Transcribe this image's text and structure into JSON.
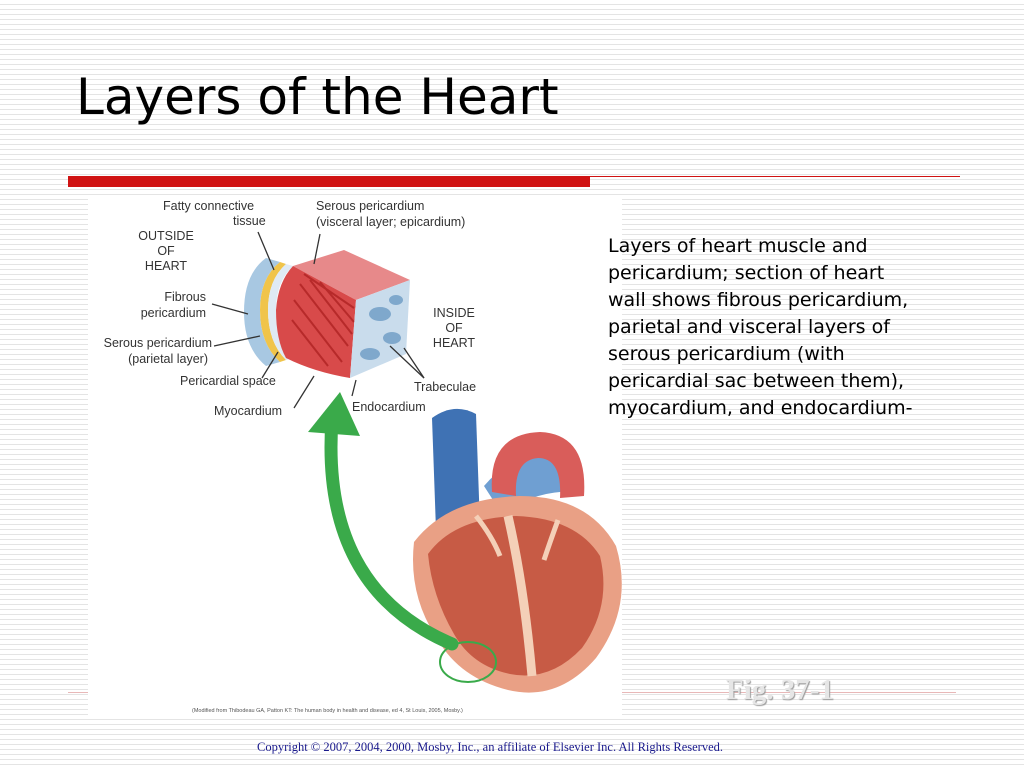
{
  "slide": {
    "title": "Layers of the Heart",
    "caption": " Layers of heart muscle and\npericardium; section of heart\nwall shows fibrous pericardium,\nparietal and visceral layers of\nserous pericardium (with\npericardial sac between them),\nmyocardium, and endocardium-",
    "figure_number": "Fig. 37-1",
    "copyright": "Copyright © 2007, 2004, 2000, Mosby, Inc., an affiliate of Elsevier Inc. All Rights Reserved."
  },
  "figure": {
    "labels": {
      "fatty_line1": "Fatty connective",
      "fatty_line2": "tissue",
      "serous_visceral_line1": "Serous pericardium",
      "serous_visceral_line2": "(visceral layer; epicardium)",
      "outside_line1": "OUTSIDE",
      "outside_line2": "OF",
      "outside_line3": "HEART",
      "fibrous_line1": "Fibrous",
      "fibrous_line2": "pericardium",
      "serous_parietal_line1": "Serous pericardium",
      "serous_parietal_line2": "(parietal layer)",
      "pericardial_space": "Pericardial space",
      "myocardium": "Myocardium",
      "endocardium": "Endocardium",
      "trabeculae": "Trabeculae",
      "inside_line1": "INSIDE",
      "inside_line2": "OF",
      "inside_line3": "HEART"
    },
    "credit": "(Modified from Thibodeau GA, Patton KT: The human body in health and disease, ed 4, St Louis, 2005, Mosby.)"
  },
  "colors": {
    "title_rule": "#d01313",
    "myocardium": "#d84a4a",
    "arrow": "#3aaa4a",
    "copyright_text": "#1a1a8c"
  }
}
